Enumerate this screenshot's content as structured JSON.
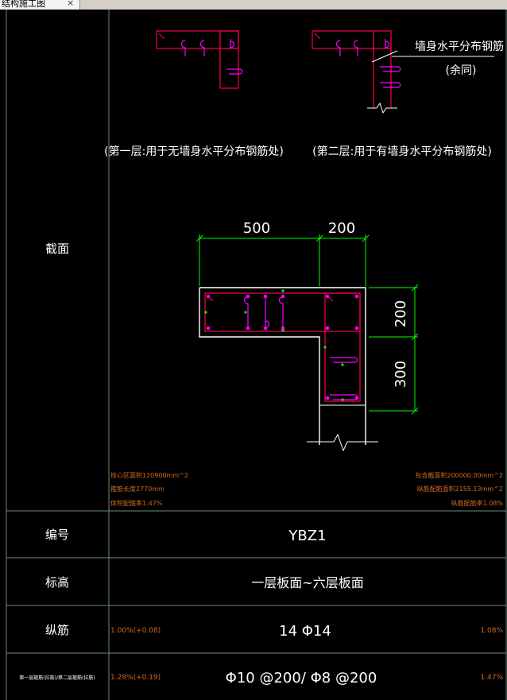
{
  "tab": {
    "title": "结构施工图",
    "close": "×"
  },
  "details": {
    "left_caption": "(第一层:用于无墙身水平分布钢筋处)",
    "right_caption": "(第二层:用于有墙身水平分布钢筋处)",
    "right_note_line1": "墙身水平分布钢筋",
    "right_note_line2": "(余同)"
  },
  "section": {
    "row_label": "截面",
    "dim_top_left": "500",
    "dim_top_right": "200",
    "dim_right_upper": "200",
    "dim_right_lower": "300",
    "left_notes": [
      "核心区面积120900mm^2",
      "箍筋长度2770mm",
      "体积配箍率1.47%"
    ],
    "right_notes": [
      "包含截面积200000.00mm^2",
      "纵筋配筋面积2155.13mm^2",
      "纵筋配筋率1.08%"
    ]
  },
  "table": {
    "id": {
      "label": "编号",
      "value": "YBZ1"
    },
    "elevation": {
      "label": "标高",
      "value": "一层板面~六层板面"
    },
    "longitudinal": {
      "label": "纵筋",
      "left_note": "1.00%(+0.08)",
      "value": "14 Φ14",
      "right_note": "1.08%"
    },
    "stirrup": {
      "label": "第一层箍筋(拉筋)/第二层箍筋(拉筋)",
      "left_note": "1.28%(+0.19)",
      "value": "Φ10 @200/ Φ8 @200",
      "right_note": "1.47%"
    }
  },
  "colors": {
    "background": "#000000",
    "grid": "#6e8b7a",
    "rebar": "#ff0040",
    "tie": "#ff00ff",
    "dim": "#00ff00",
    "text": "#ffffff",
    "note": "#d2691e"
  }
}
